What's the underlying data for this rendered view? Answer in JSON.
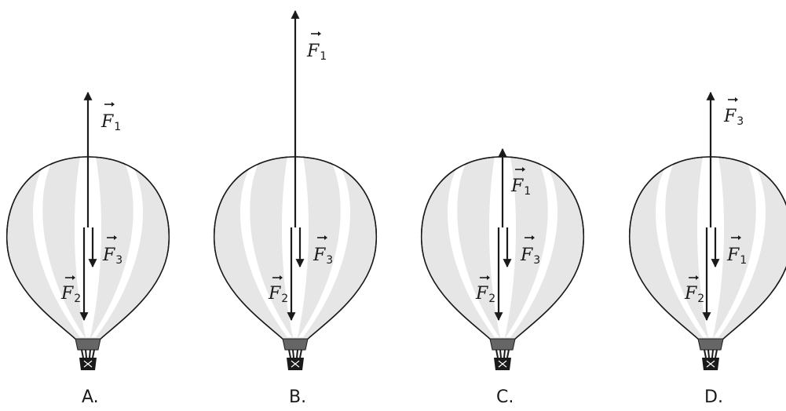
{
  "balloons": [
    {
      "choice": "A.",
      "forces": [
        {
          "letter": "F",
          "sub": "1"
        },
        {
          "letter": "F",
          "sub": "3"
        },
        {
          "letter": "F",
          "sub": "2"
        }
      ]
    },
    {
      "choice": "B.",
      "forces": [
        {
          "letter": "F",
          "sub": "1"
        },
        {
          "letter": "F",
          "sub": "3"
        },
        {
          "letter": "F",
          "sub": "2"
        }
      ]
    },
    {
      "choice": "C.",
      "forces": [
        {
          "letter": "F",
          "sub": "1"
        },
        {
          "letter": "F",
          "sub": "3"
        },
        {
          "letter": "F",
          "sub": "2"
        }
      ]
    },
    {
      "choice": "D.",
      "forces": [
        {
          "letter": "F",
          "sub": "3"
        },
        {
          "letter": "F",
          "sub": "1"
        },
        {
          "letter": "F",
          "sub": "2"
        }
      ]
    }
  ],
  "colors": {
    "envelope": "#e6e6e6",
    "stripe": "#ffffff",
    "line": "#1a1a1a",
    "skirt": "#666666",
    "basket": "#1a1a1a"
  }
}
